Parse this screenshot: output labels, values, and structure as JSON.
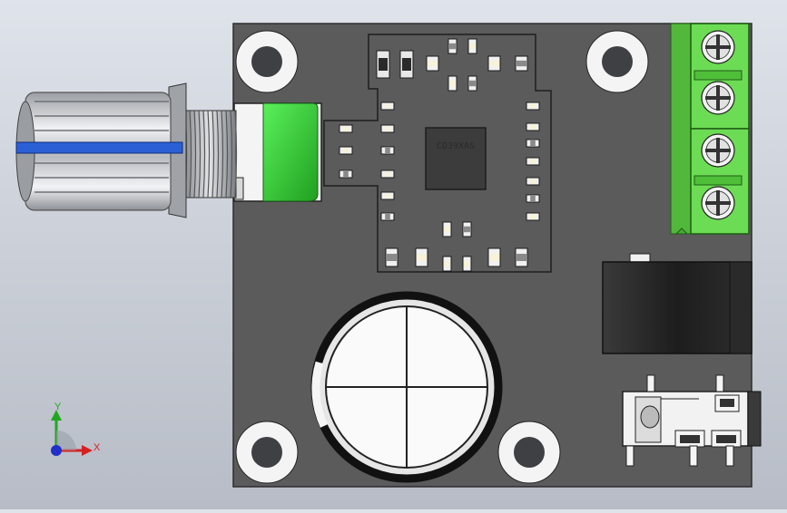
{
  "colors": {
    "background_top": "#dfe3ea",
    "background_bottom": "#b7bcc6",
    "pcb": "#5b5b5b",
    "pcb_edge": "#2c2c2c",
    "silk_outline": "#1e1e1e",
    "terminal_green": "#6ddc55",
    "pot_green": "#3ed03e",
    "knob_metal": "#cfd2d6",
    "knob_stripe": "#2b5fd6",
    "capacitor_ring": "#111111",
    "axis_y": "#1fa81f",
    "axis_x": "#d62020",
    "axis_origin": "#2030c8"
  },
  "components": {
    "ic_marking": "CD39XAS",
    "mounting_holes": 4,
    "terminal_screws": 4
  },
  "axis_triad": {
    "y_label": "Y",
    "x_label": "X"
  }
}
